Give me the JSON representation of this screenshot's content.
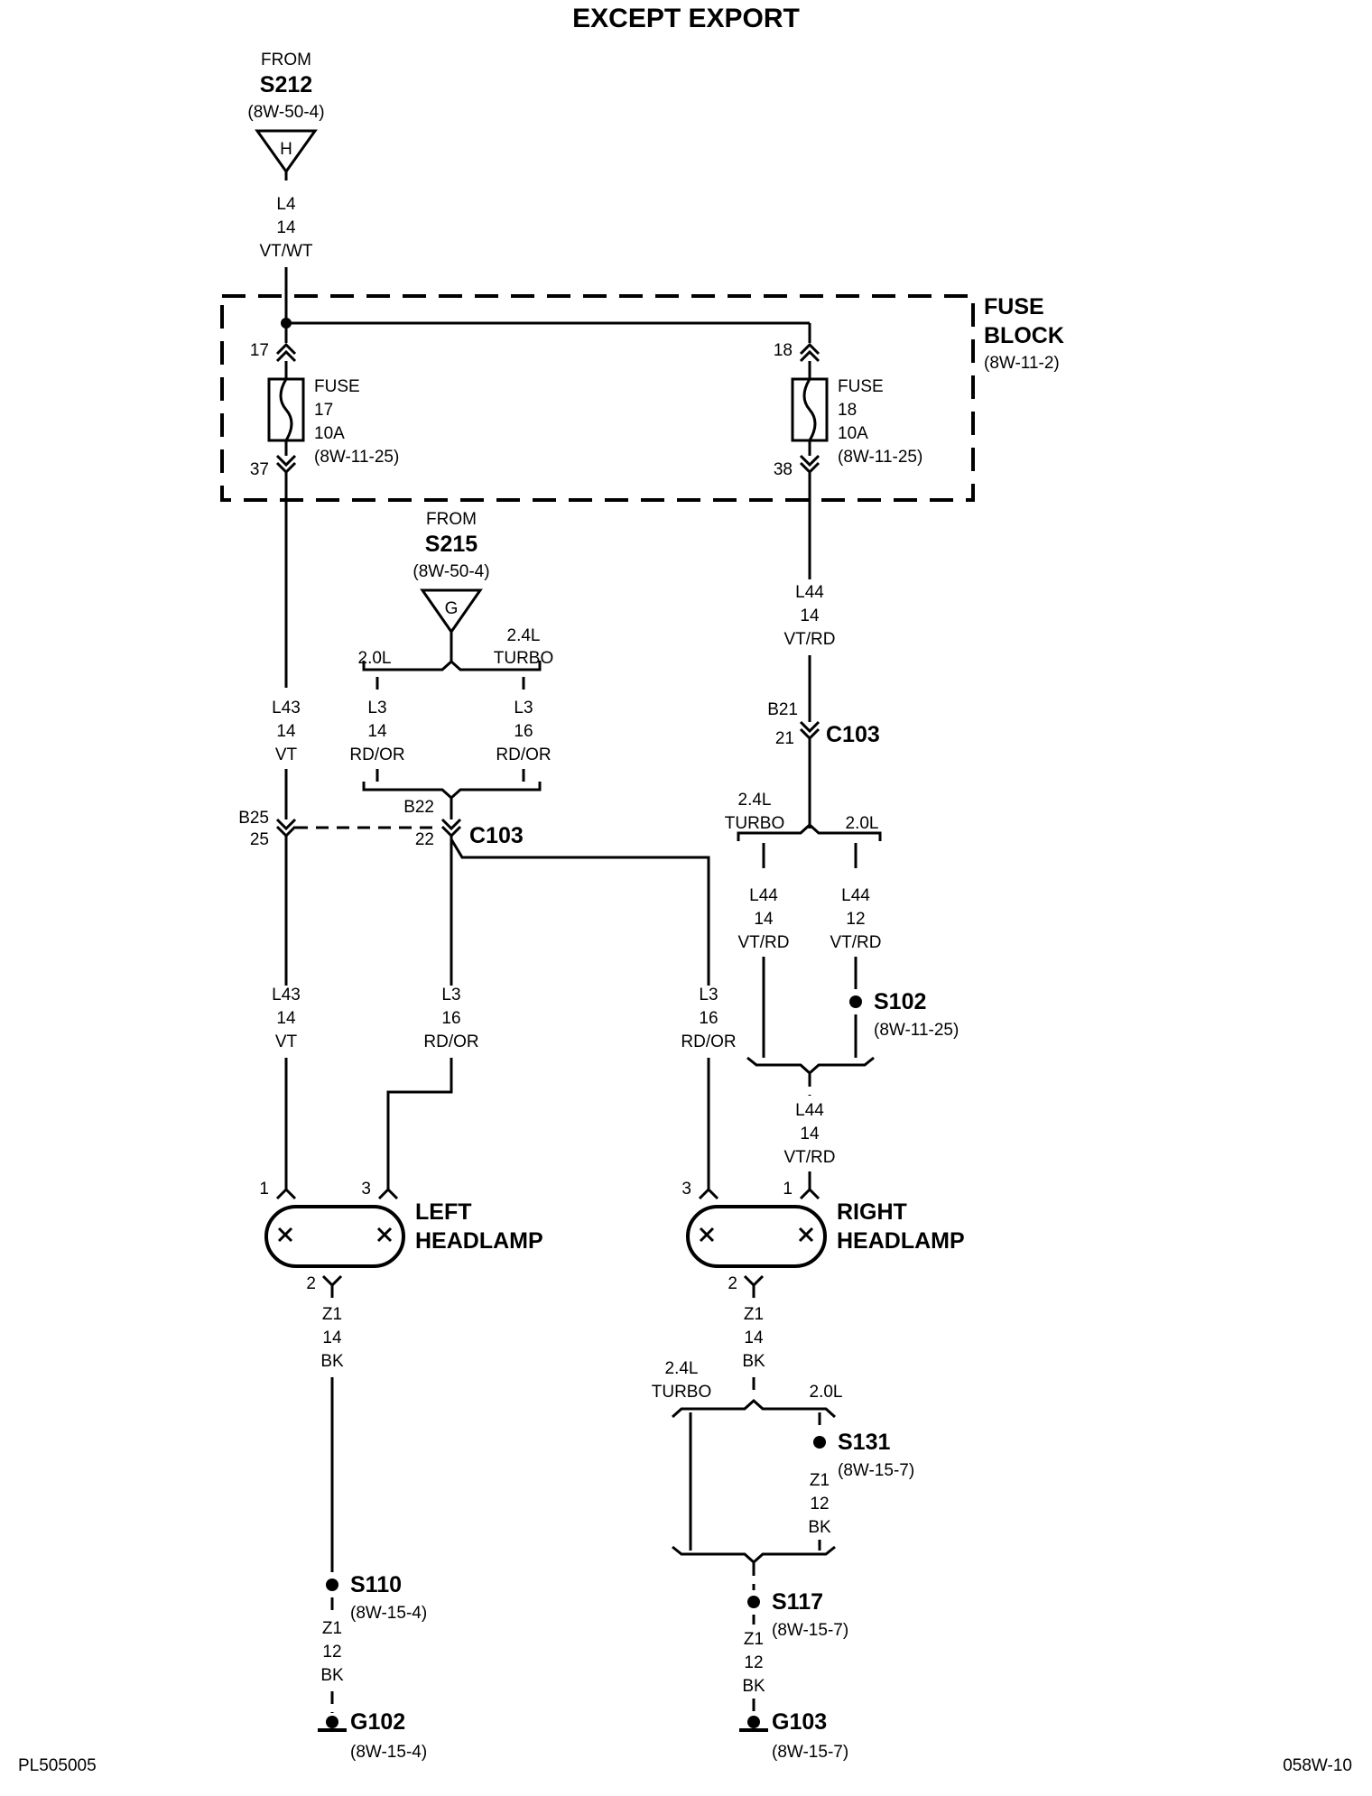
{
  "title": "EXCEPT EXPORT",
  "footer": {
    "left": "PL505005",
    "right": "058W-10"
  },
  "sources": [
    {
      "from": "FROM",
      "splice": "S212",
      "ref": "(8W-50-4)",
      "tag": "H"
    },
    {
      "from": "FROM",
      "splice": "S215",
      "ref": "(8W-50-4)",
      "tag": "G"
    }
  ],
  "fuse_block": {
    "name_line1": "FUSE",
    "name_line2": "BLOCK",
    "ref": "(8W-11-2)"
  },
  "fuses": [
    {
      "label": "FUSE",
      "number": "17",
      "rating": "10A",
      "ref": "(8W-11-25)",
      "pin_in": "17",
      "pin_out": "37"
    },
    {
      "label": "FUSE",
      "number": "18",
      "rating": "10A",
      "ref": "(8W-11-25)",
      "pin_in": "18",
      "pin_out": "38"
    }
  ],
  "connectors": [
    {
      "name": "C103",
      "pin_top": "B25",
      "pin_bottom": "25"
    },
    {
      "name": "C103",
      "pin_top": "B22",
      "pin_bottom": "22"
    },
    {
      "name": "C103",
      "pin_top": "B21",
      "pin_bottom": "21"
    }
  ],
  "options": {
    "v20": "2.0L",
    "v24_line1": "2.4L",
    "v24_line2": "TURBO"
  },
  "wires": {
    "l4": [
      "L4",
      "14",
      "VT/WT"
    ],
    "l43_upper": [
      "L43",
      "14",
      "VT"
    ],
    "l43_lower": [
      "L43",
      "14",
      "VT"
    ],
    "l3_20": [
      "L3",
      "14",
      "RD/OR"
    ],
    "l3_24": [
      "L3",
      "16",
      "RD/OR"
    ],
    "l3_left": [
      "L3",
      "16",
      "RD/OR"
    ],
    "l3_right": [
      "L3",
      "16",
      "RD/OR"
    ],
    "l44_top": [
      "L44",
      "14",
      "VT/RD"
    ],
    "l44_24": [
      "L44",
      "14",
      "VT/RD"
    ],
    "l44_20": [
      "L44",
      "12",
      "VT/RD"
    ],
    "l44_bottom": [
      "L44",
      "14",
      "VT/RD"
    ],
    "z1_left_upper": [
      "Z1",
      "14",
      "BK"
    ],
    "z1_left_lower": [
      "Z1",
      "12",
      "BK"
    ],
    "z1_right_upper": [
      "Z1",
      "14",
      "BK"
    ],
    "z1_right_20": [
      "Z1",
      "12",
      "BK"
    ],
    "z1_right_lower": [
      "Z1",
      "12",
      "BK"
    ]
  },
  "splices": [
    {
      "name": "S102",
      "ref": "(8W-11-25)"
    },
    {
      "name": "S131",
      "ref": "(8W-15-7)"
    },
    {
      "name": "S110",
      "ref": "(8W-15-4)"
    },
    {
      "name": "S117",
      "ref": "(8W-15-7)"
    }
  ],
  "grounds": [
    {
      "name": "G102",
      "ref": "(8W-15-4)"
    },
    {
      "name": "G103",
      "ref": "(8W-15-7)"
    }
  ],
  "headlamps": [
    {
      "line1": "LEFT",
      "line2": "HEADLAMP",
      "pins": [
        "1",
        "3",
        "2"
      ]
    },
    {
      "line1": "RIGHT",
      "line2": "HEADLAMP",
      "pins": [
        "3",
        "1",
        "2"
      ]
    }
  ]
}
